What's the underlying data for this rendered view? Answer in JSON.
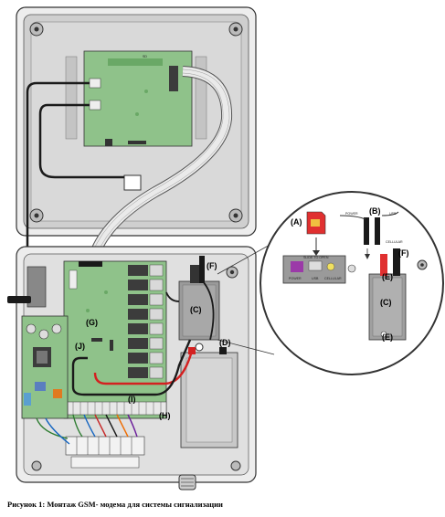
{
  "caption": "Рисунок 1: Монтаж GSM- модема для системы сигнализации",
  "callouts": {
    "A": "(A)",
    "B": "(B)",
    "C": "(C)",
    "D": "(D)",
    "E": "(E)",
    "F": "(F)",
    "G": "(G)",
    "H": "(H)",
    "I": "(I)",
    "J": "(J)"
  },
  "magnified_labels": {
    "power_cable": "POWER",
    "usb_cable": "USB",
    "cellular": "CELLULAR",
    "slide_to_open": "SLIDE TO OPEN",
    "module_power": "POWER",
    "module_usb": "USB",
    "module_cellular": "CELLULAR"
  },
  "colors": {
    "enclosure_fill": "#e6e6e6",
    "enclosure_inner": "#d2d2d2",
    "pcb_green": "#8fc28a",
    "pcb_dark": "#6aa866",
    "relay_dark": "#3c3c3c",
    "cable_red": "#d42020",
    "cable_black": "#1a1a1a",
    "modem_gray": "#9a9a9a",
    "battery_gray": "#c8c8c8",
    "sim_red": "#e03030",
    "connector_purple": "#9b3aa8"
  }
}
